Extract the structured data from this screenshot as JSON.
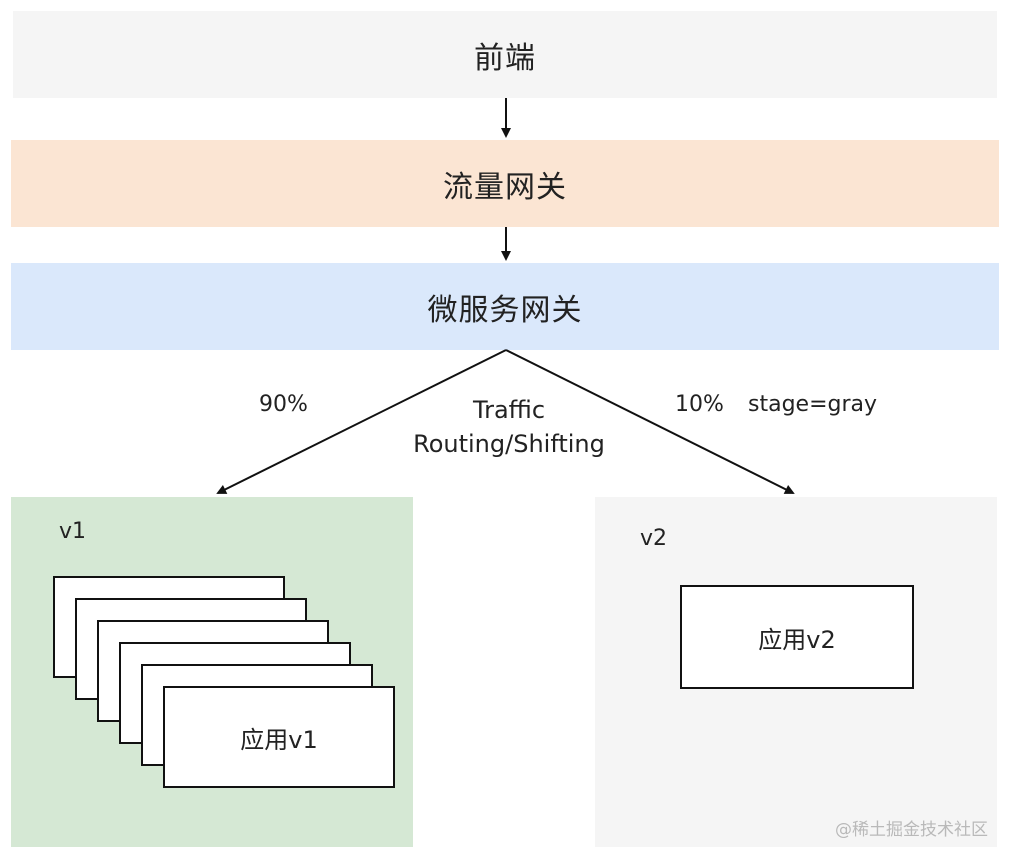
{
  "layers": {
    "frontend": "前端",
    "traffic_gateway": "流量网关",
    "microservice_gateway": "微服务网关"
  },
  "routing": {
    "title": "Traffic Routing/Shifting",
    "left_percent": "90%",
    "right_percent": "10%",
    "right_tag": "stage=gray"
  },
  "v1": {
    "label": "v1",
    "app": "应用v1"
  },
  "v2": {
    "label": "v2",
    "app": "应用v2"
  },
  "watermark": "@稀土掘金技术社区",
  "colors": {
    "frontend_fill": "#f5f5f5",
    "traffic_gateway_fill": "#fbe5d3",
    "microservice_gateway_fill": "#dae8fb",
    "v1_panel_fill": "#d5e8d4",
    "v2_panel_fill": "#f5f5f5"
  }
}
